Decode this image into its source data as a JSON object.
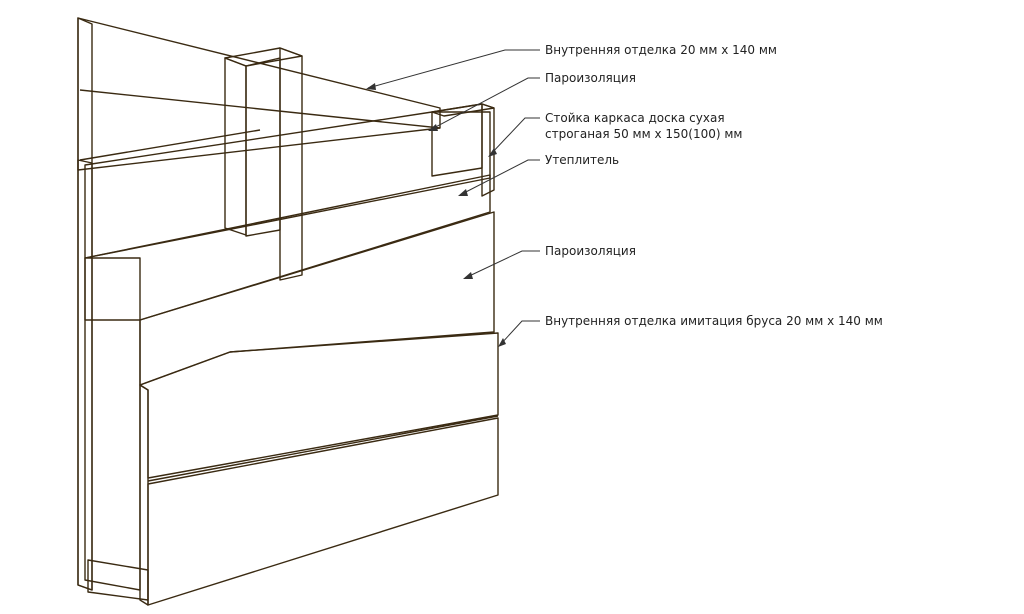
{
  "diagram": {
    "layers": [
      {
        "id": "outer-finish",
        "label": "Внутренняя отделка 20 мм х 140 мм",
        "color": "#c98a3f"
      },
      {
        "id": "vapor-barrier-top",
        "label": "Пароизоляция",
        "color": "#8e8e8e"
      },
      {
        "id": "studs",
        "label_line1": "Стойка каркаса доска сухая",
        "label_line2": "строганая 50 мм х 150(100) мм",
        "color": "#b5682a"
      },
      {
        "id": "insulation",
        "label": "Утеплитель",
        "color": "#e3d27a"
      },
      {
        "id": "vapor-barrier-bottom",
        "label": "Пароизоляция",
        "color": "#d8d8d8"
      },
      {
        "id": "inner-finish",
        "label": "Внутренняя отделка имитация бруса 20 мм х 140 мм",
        "color": "#d4a062"
      }
    ]
  }
}
